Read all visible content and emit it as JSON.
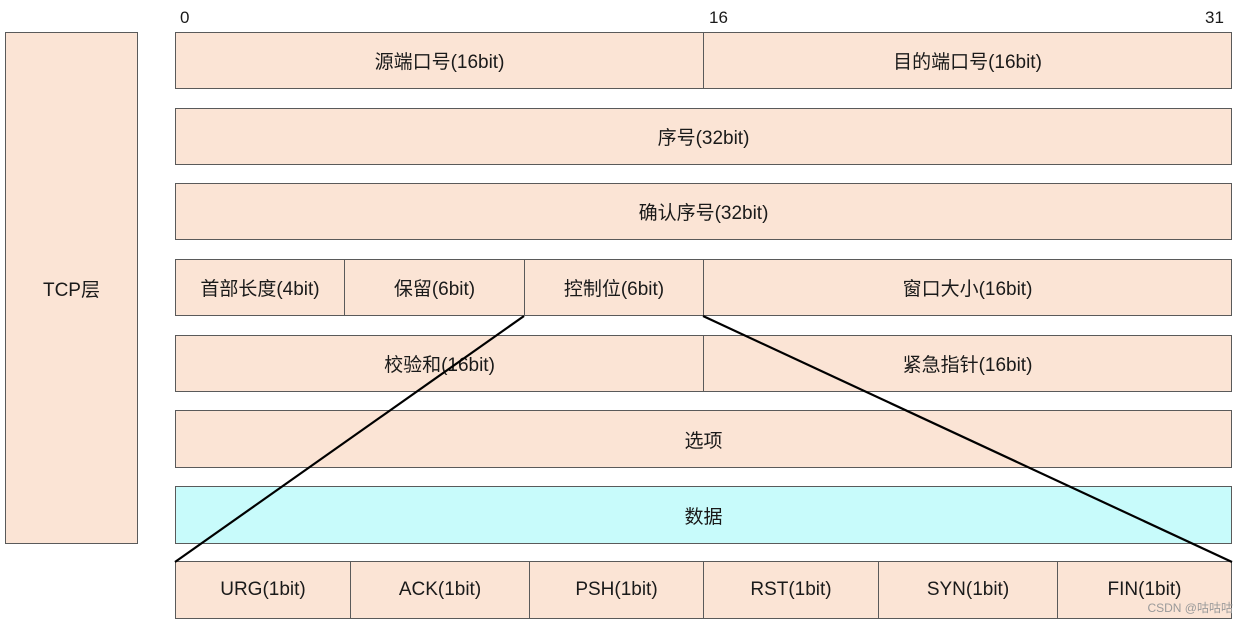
{
  "bit_labels": {
    "start": "0",
    "middle": "16",
    "end": "31"
  },
  "layer_label": "TCP层",
  "rows": {
    "ports": {
      "src": "源端口号(16bit)",
      "dst": "目的端口号(16bit)"
    },
    "seq": "序号(32bit)",
    "ack_num": "确认序号(32bit)",
    "header_row": {
      "hlen": "首部长度(4bit)",
      "reserved": "保留(6bit)",
      "control": "控制位(6bit)",
      "window": "窗口大小(16bit)"
    },
    "check_row": {
      "checksum": "校验和(16bit)",
      "urgent": "紧急指针(16bit)"
    },
    "options": "选项",
    "data": "数据"
  },
  "flags": [
    "URG(1bit)",
    "ACK(1bit)",
    "PSH(1bit)",
    "RST(1bit)",
    "SYN(1bit)",
    "FIN(1bit)"
  ],
  "watermark": "CSDN @咕咕咕",
  "colors": {
    "field_fill": "#fbe4d5",
    "data_fill": "#c8fbfb",
    "border": "#5a5a5a",
    "line": "#000000"
  }
}
